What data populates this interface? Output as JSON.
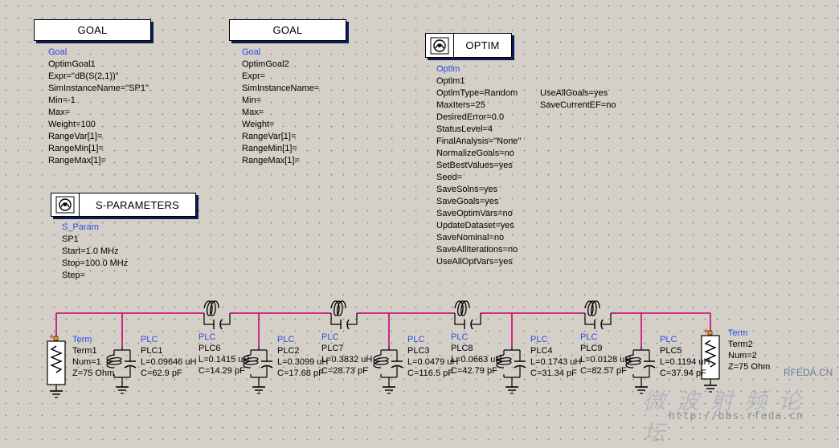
{
  "goal1": {
    "title": "GOAL",
    "lines": [
      "Goal",
      "OptimGoal1",
      "Expr=\"dB(S(2,1))\"",
      "SimInstanceName=\"SP1\"",
      "Min=-1",
      "Max=",
      "Weight=100",
      "RangeVar[1]=",
      "RangeMin[1]=",
      "RangeMax[1]="
    ]
  },
  "goal2": {
    "title": "GOAL",
    "lines": [
      "Goal",
      "OptimGoal2",
      "Expr=",
      "SimInstanceName=",
      "Min=",
      "Max=",
      "Weight=",
      "RangeVar[1]=",
      "RangeMin[1]=",
      "RangeMax[1]="
    ]
  },
  "optim": {
    "title": "OPTIM",
    "lines": [
      "Optim",
      "Optim1",
      "OptimType=Random",
      "MaxIters=25",
      "DesiredError=0.0",
      "StatusLevel=4",
      "FinalAnalysis=\"None\"",
      "NormalizeGoals=no",
      "SetBestValues=yes",
      "Seed=",
      "SaveSolns=yes",
      "SaveGoals=yes",
      "SaveOptimVars=no",
      "UpdateDataset=yes",
      "SaveNominal=no",
      "SaveAllIterations=no",
      "UseAllOptVars=yes"
    ],
    "extra": [
      "UseAllGoals=yes",
      "SaveCurrentEF=no"
    ]
  },
  "sparam": {
    "title": "S-PARAMETERS",
    "lines": [
      "S_Param",
      "SP1",
      "Start=1.0 MHz",
      "Stop=100.0 MHz",
      "Step="
    ]
  },
  "term1": {
    "lines": [
      "Term",
      "Term1",
      "Num=1",
      "Z=75 Ohm"
    ]
  },
  "term2": {
    "lines": [
      "Term",
      "Term2",
      "Num=2",
      "Z=75 Ohm"
    ]
  },
  "shunts": [
    {
      "lines": [
        "PLC",
        "PLC1",
        "L=0.09646 uH",
        "C=62.9 pF"
      ]
    },
    {
      "lines": [
        "PLC",
        "PLC2",
        "L=0.3099 uH",
        "C=17.68 pF"
      ]
    },
    {
      "lines": [
        "PLC",
        "PLC3",
        "L=0.0479 uH",
        "C=116.5 pF"
      ]
    },
    {
      "lines": [
        "PLC",
        "PLC4",
        "L=0.1743 uH",
        "C=31.34 pF"
      ]
    },
    {
      "lines": [
        "PLC",
        "PLC5",
        "L=0.1194 uH",
        "C=37.94 pF"
      ]
    }
  ],
  "series": [
    {
      "lines": [
        "PLC",
        "PLC6",
        "L=0.1415 uH",
        "C=14.29 pF"
      ]
    },
    {
      "lines": [
        "PLC",
        "PLC7",
        "L=0.3832 uH",
        "C=28.73 pF"
      ]
    },
    {
      "lines": [
        "PLC",
        "PLC8",
        "L=0.0663 uH",
        "C=42.79 pF"
      ]
    },
    {
      "lines": [
        "PLC",
        "PLC9",
        "L=0.0128 uH",
        "C=82.57 pF"
      ]
    }
  ],
  "watermark": {
    "chinese": "微波射频论坛",
    "url": "http://bbs.rfeda.cn",
    "logo": "RFEDA.CN"
  },
  "colors": {
    "wire": "#cc0077",
    "param_blue": "#2c4de0",
    "canvas": "#d4d0c8",
    "box_shadow": "#0a1a55"
  }
}
